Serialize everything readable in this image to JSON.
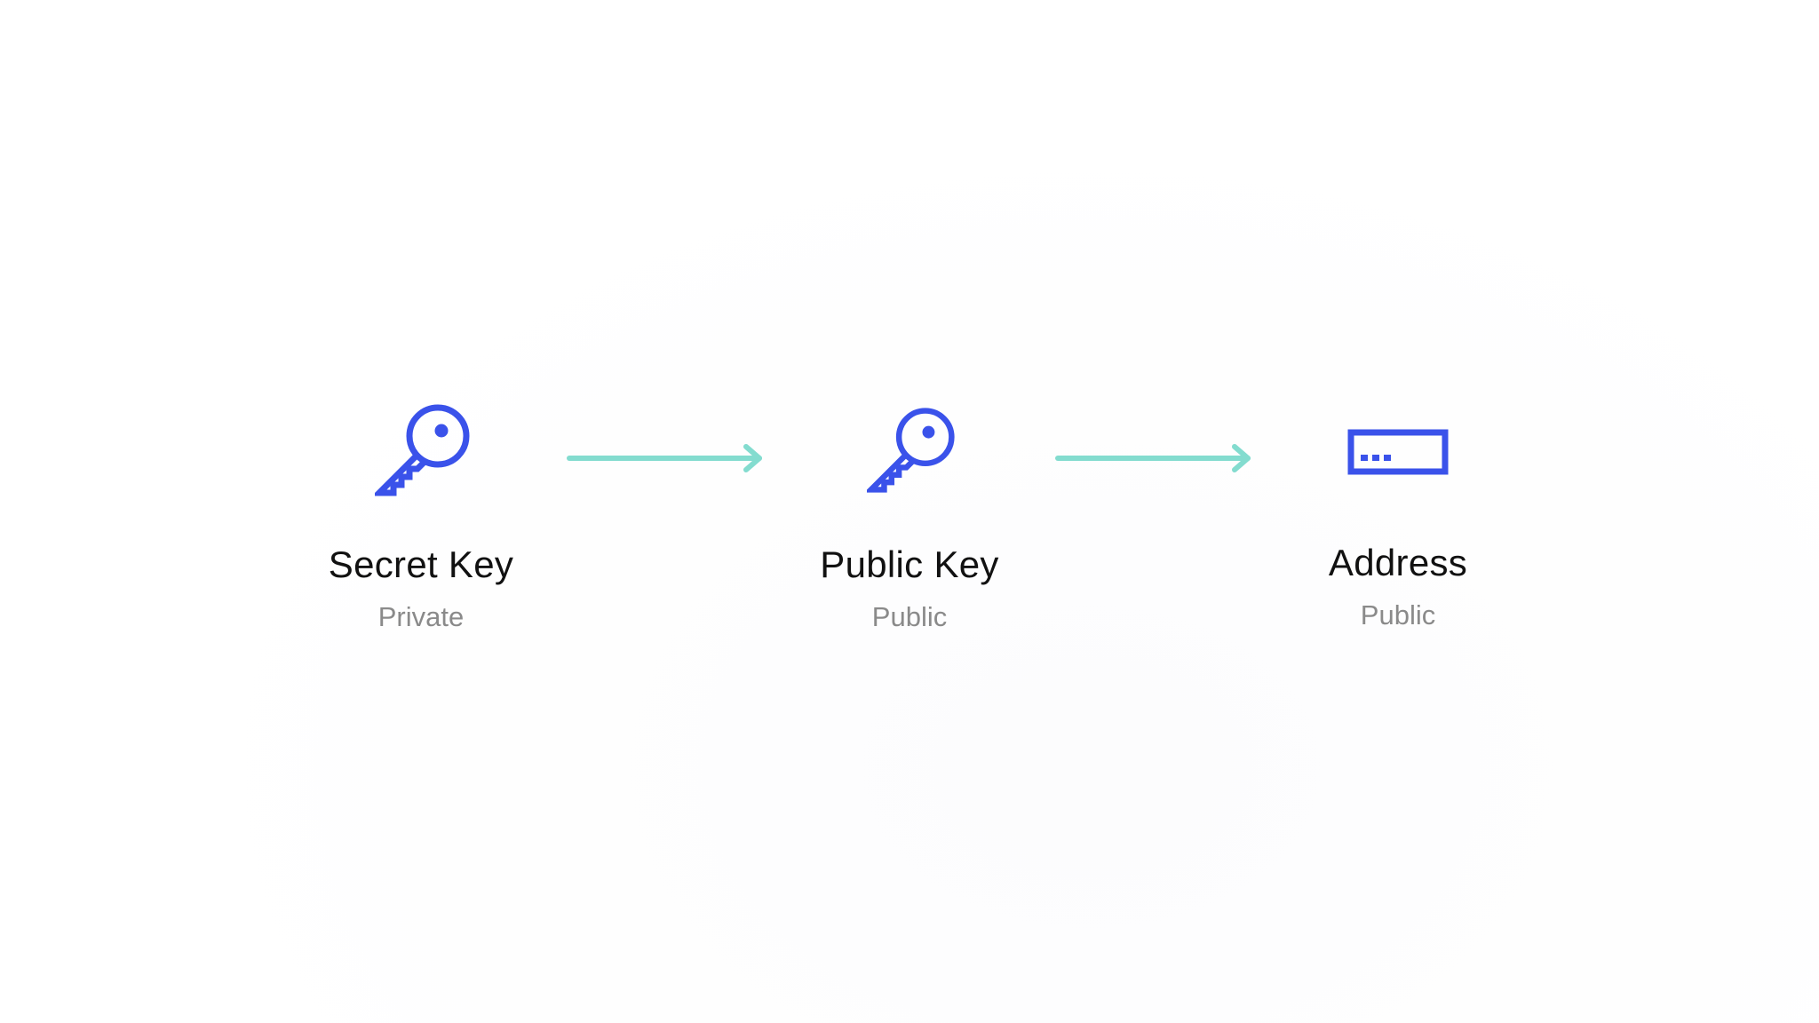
{
  "colors": {
    "icon": "#3a52ea",
    "arrow": "#83dccf",
    "title": "#111111",
    "subtitle": "#8a8a8a",
    "background": "#ffffff"
  },
  "nodes": [
    {
      "icon": "key-icon",
      "title": "Secret Key",
      "subtitle": "Private"
    },
    {
      "icon": "key-icon",
      "title": "Public Key",
      "subtitle": "Public"
    },
    {
      "icon": "address-icon",
      "title": "Address",
      "subtitle": "Public"
    }
  ],
  "arrows": [
    {
      "from": "Secret Key",
      "to": "Public Key",
      "icon": "arrow-right-icon"
    },
    {
      "from": "Public Key",
      "to": "Address",
      "icon": "arrow-right-icon"
    }
  ]
}
